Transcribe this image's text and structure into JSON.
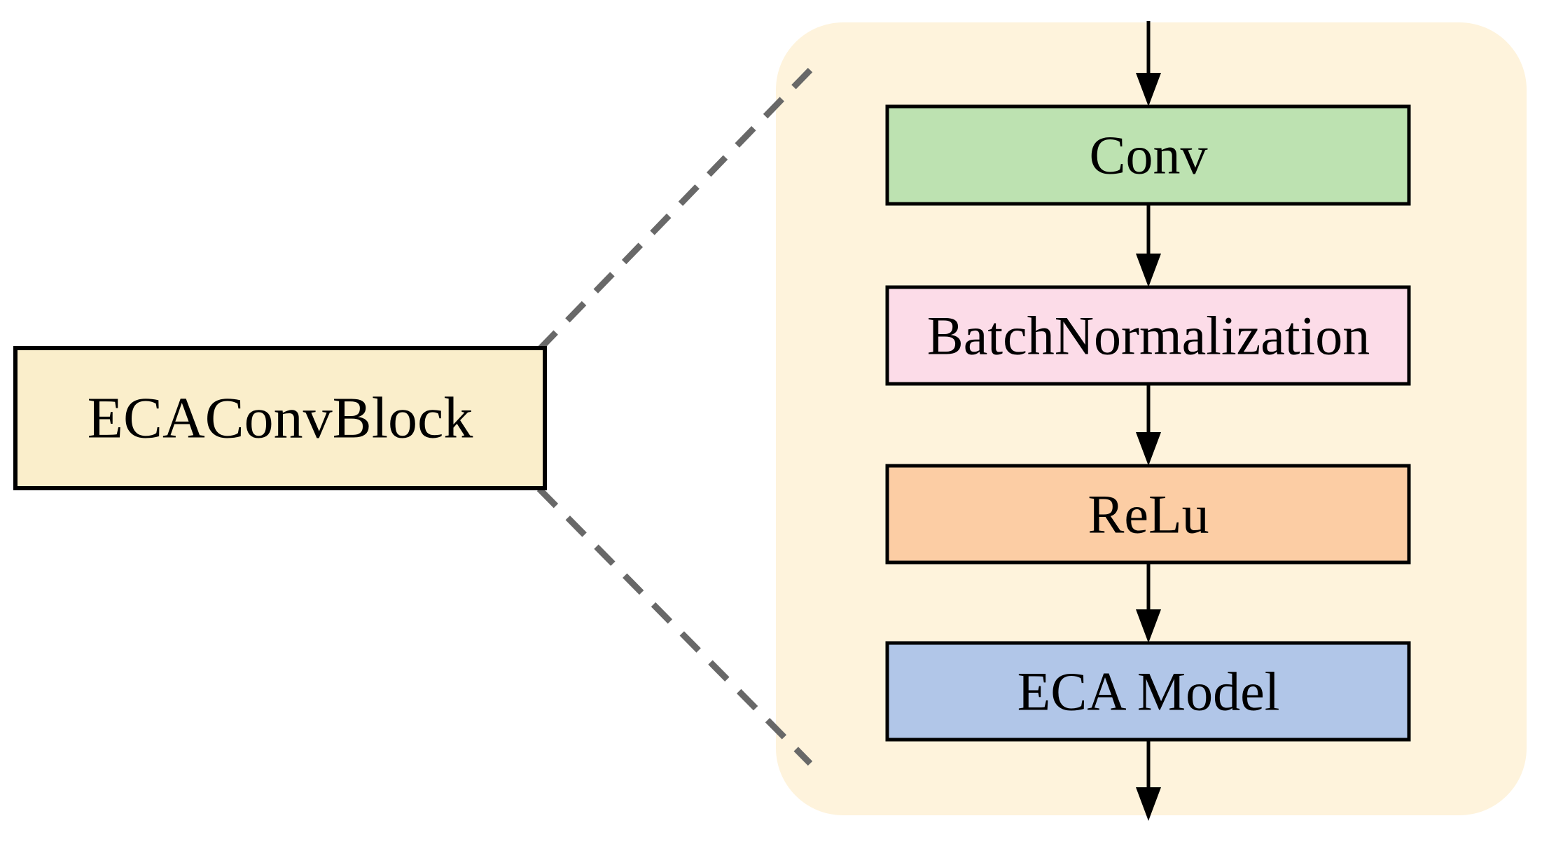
{
  "diagram": {
    "source_block": {
      "label": "ECAConvBlock",
      "fill": "#FAEECB",
      "border_color": "#000000"
    },
    "detail_panel": {
      "fill": "#FEF3DC"
    },
    "nodes": [
      {
        "id": "conv",
        "label": "Conv",
        "fill": "#BDE2B1"
      },
      {
        "id": "batch-normalization",
        "label": "BatchNormalization",
        "fill": "#FCDCE8"
      },
      {
        "id": "relu",
        "label": "ReLu",
        "fill": "#FCCDA4"
      },
      {
        "id": "eca-model",
        "label": "ECA Model",
        "fill": "#B1C6E8"
      }
    ],
    "flow_arrow_color": "#000000",
    "connector": {
      "color": "#686868",
      "style": "dashed"
    }
  }
}
